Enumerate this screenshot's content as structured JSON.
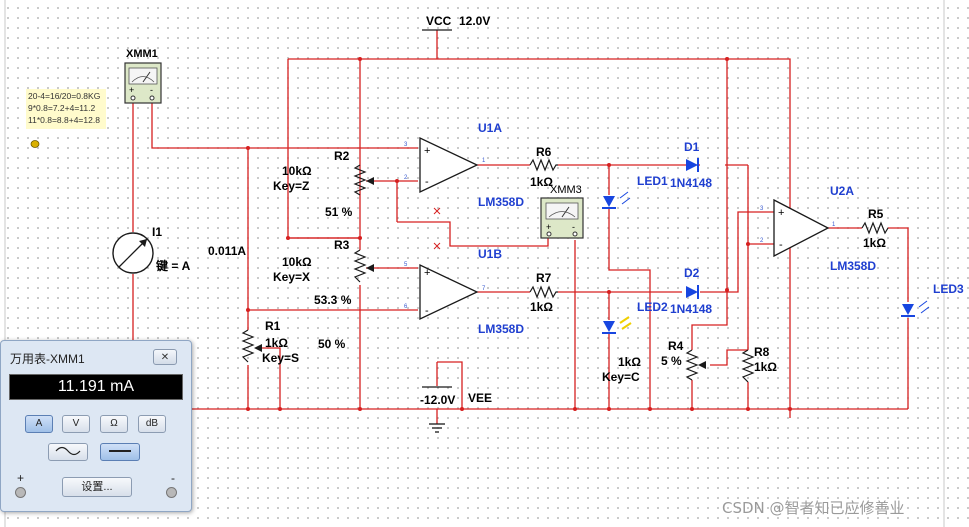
{
  "schematic": {
    "vcc_label": "VCC",
    "vcc_value": "12.0V",
    "vee_value": "-12.0V",
    "vee_label": "VEE",
    "xmm1_label": "XMM1",
    "xmm3_label": "XMM3",
    "u1a_label": "U1A",
    "u1b_label": "U1B",
    "u2a_label": "U2A",
    "u1a_model": "LM358D",
    "u1b_model": "LM358D",
    "u2a_model": "LM358D",
    "r2_name": "R2",
    "r2_value": "10kΩ",
    "r2_key": "Key=Z",
    "r2_percent": "51 %",
    "r3_name": "R3",
    "r3_value": "10kΩ",
    "r3_key": "Key=X",
    "r3_percent": "53.3 %",
    "r1_name": "R1",
    "r1_value": "1kΩ",
    "r1_key": "Key=S",
    "r1_percent": "50 %",
    "r6_name": "R6",
    "r6_value": "1kΩ",
    "r7_name": "R7",
    "r7_value": "1kΩ",
    "r5_name": "R5",
    "r5_value": "1kΩ",
    "r4_name": "R4",
    "r4_percent": "5 %",
    "r4_value": "1kΩ",
    "r4_key": "Key=C",
    "r8_name": "R8",
    "r8_value": "1kΩ",
    "d1_name": "D1",
    "d1_model": "1N4148",
    "d2_name": "D2",
    "d2_model": "1N4148",
    "led1_name": "LED1",
    "led2_name": "LED2",
    "led3_name": "LED3",
    "i1_name": "I1",
    "i1_key": "键 = A",
    "i1_value": "0.011A",
    "pin_plus": "+",
    "pin_minus": "-",
    "pin_labels": [
      "3",
      "2",
      "5",
      "6",
      "3",
      "2",
      "1",
      "7",
      "1"
    ],
    "note_lines": [
      "20-4=16/20=0.8KG",
      "9*0.8=7.2+4=11.2",
      "11*0.8=8.8+4=12.8"
    ]
  },
  "multimeter": {
    "title": "万用表-XMM1",
    "close": "✕",
    "reading": "11.191 mA",
    "buttons": [
      "A",
      "V",
      "Ω",
      "dB"
    ],
    "plus": "+",
    "minus": "-",
    "settings_label": "设置..."
  },
  "watermark": "CSDN @智者知已应修善业",
  "colors": {
    "wire": "#d62020",
    "component": "#1a1a1a",
    "label_blue": "#1f3fd0",
    "led_blue": "#1846e0"
  }
}
